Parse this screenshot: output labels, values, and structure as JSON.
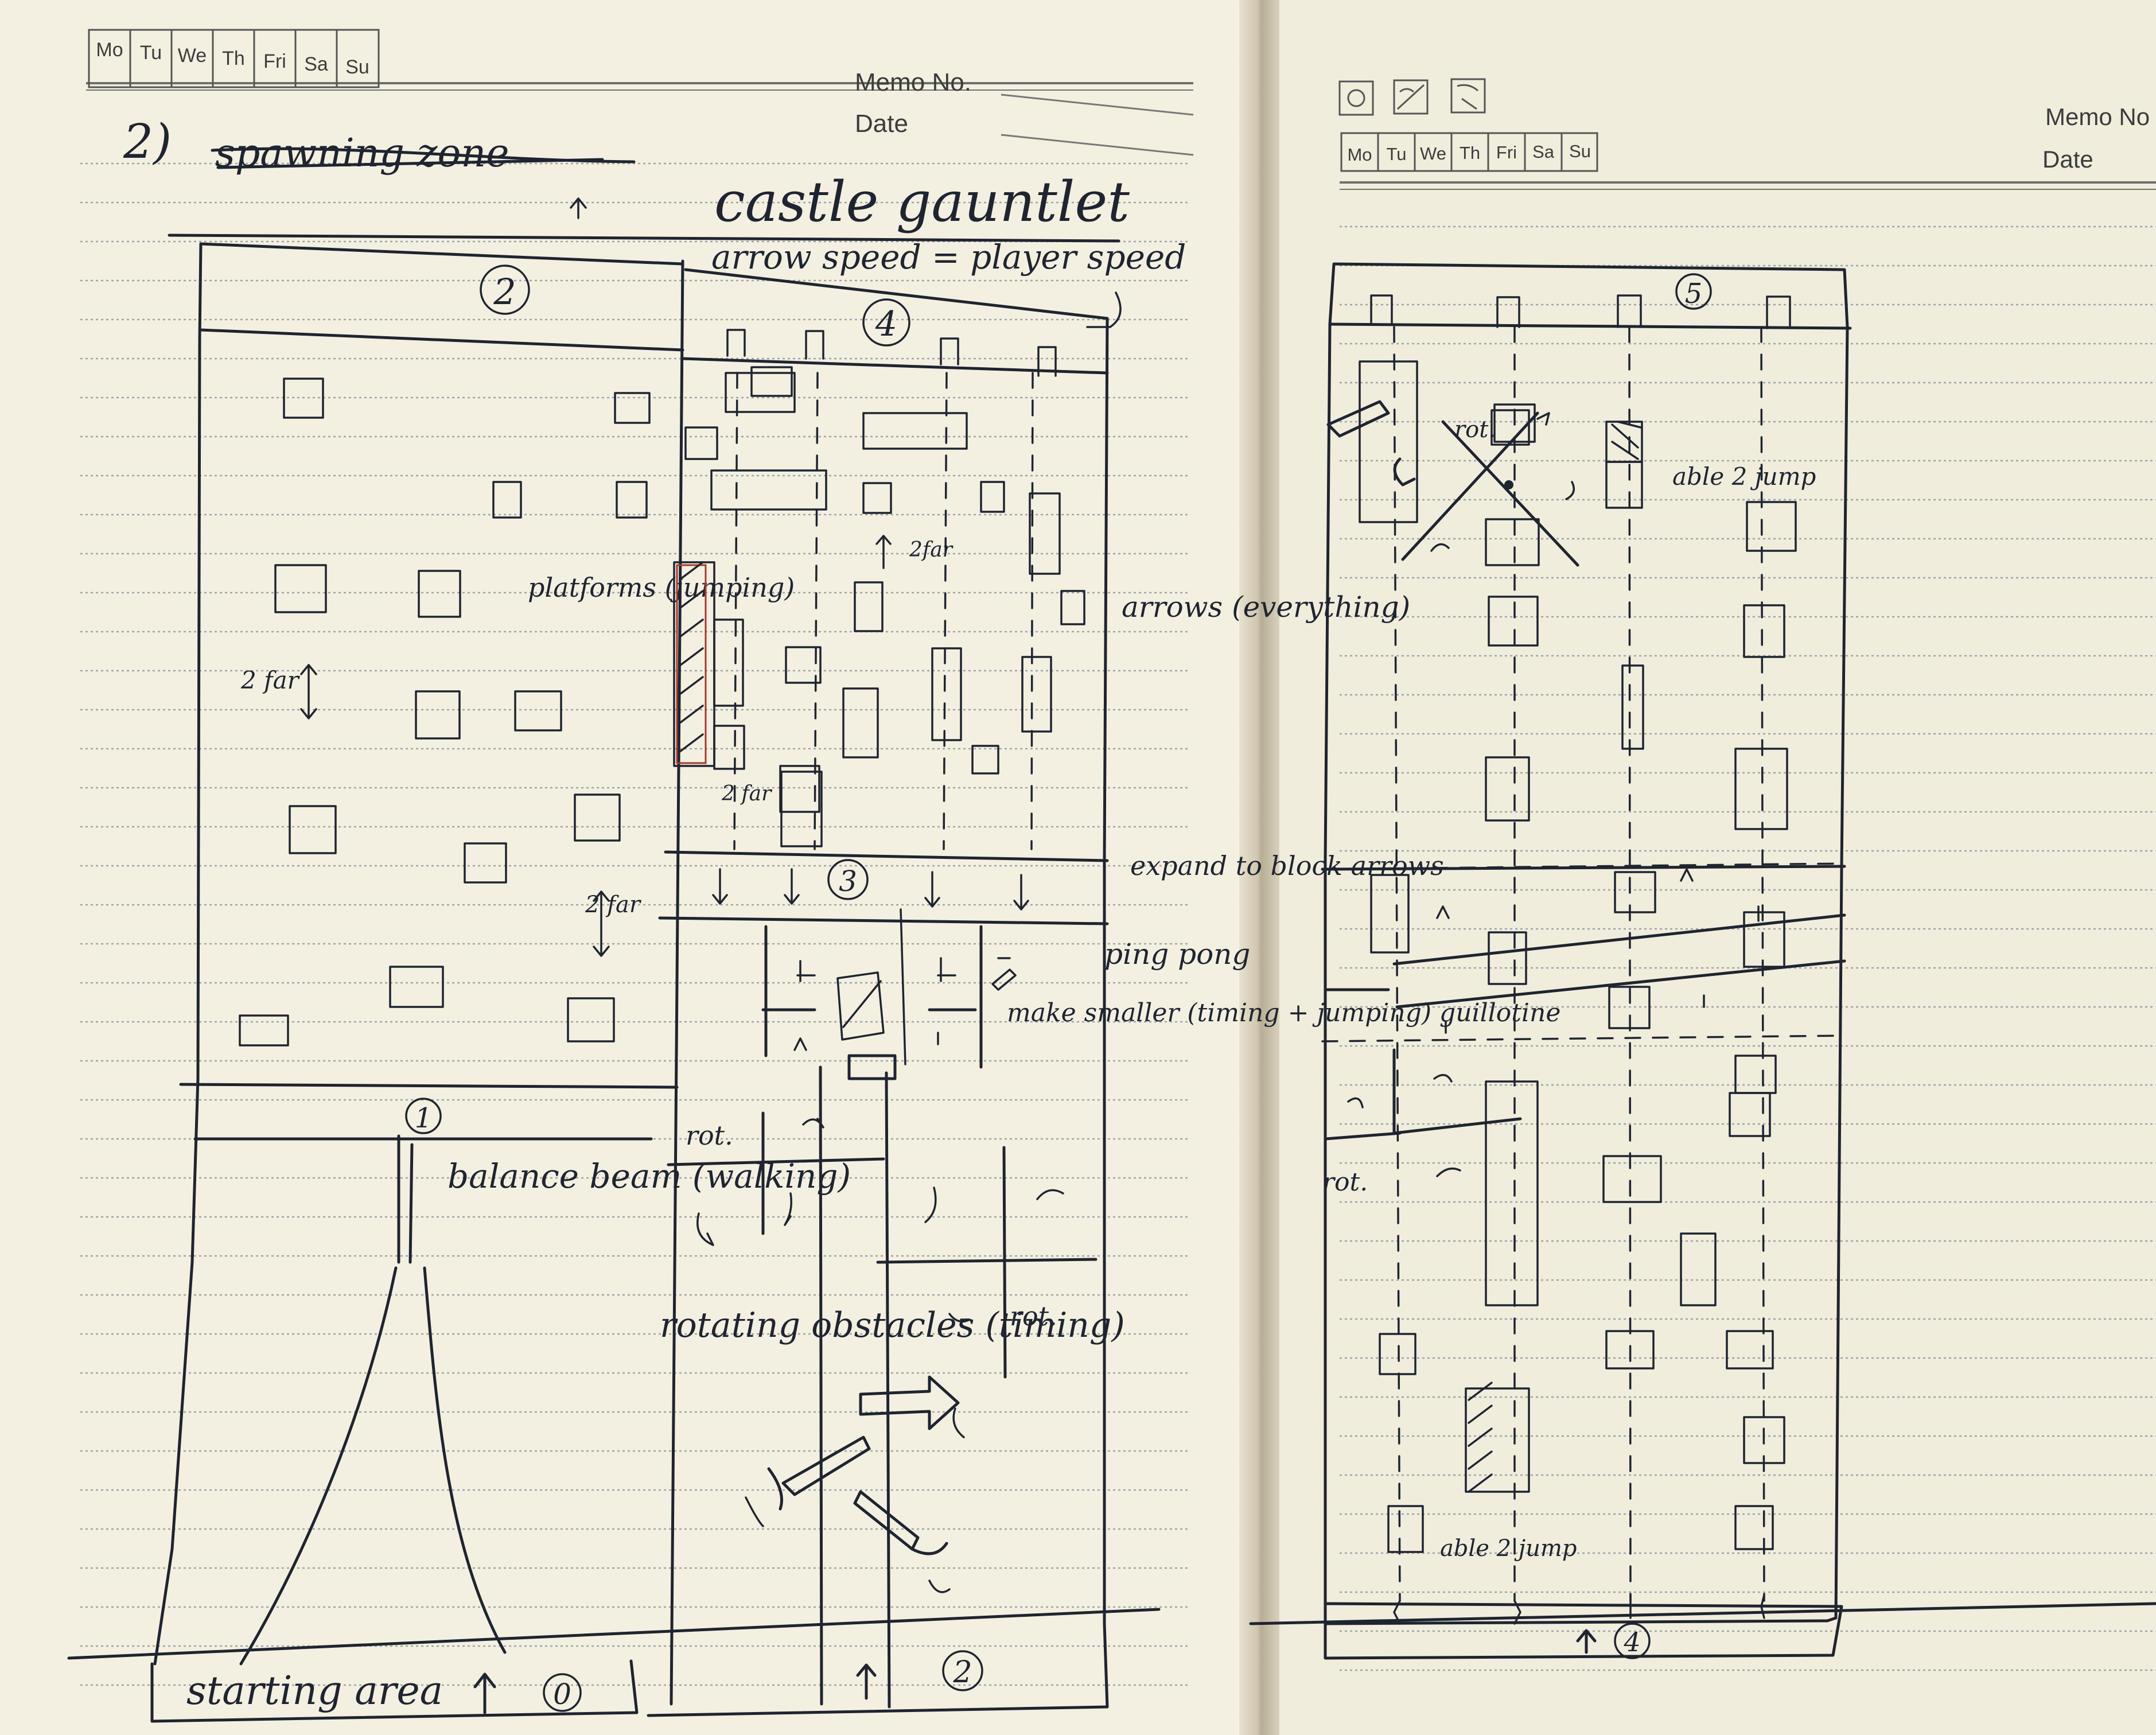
{
  "left_page": {
    "weekdays": [
      "Mo",
      "Tu",
      "We",
      "Th",
      "Fri",
      "Sa",
      "Su"
    ],
    "memo_label": "Memo No.",
    "date_label": "Date",
    "heading_number": "2)",
    "heading_struck": "spawning zone",
    "heading_title": "castle gauntlet",
    "subtitle": "arrow speed = player speed",
    "zone_markers": {
      "z0": "0",
      "z1": "1",
      "z2_top": "2",
      "z2_bottom": "2",
      "z3": "3",
      "z4": "4"
    },
    "notes": {
      "two_far_a": "2 far",
      "two_far_b": "2far",
      "two_far_c": "2 far",
      "two_far_d": "2 far",
      "platforms": "platforms (jumping)",
      "arrows": "arrows (everything)",
      "expand": "expand to block arrows",
      "ping_pong": "ping pong",
      "make_smaller": "make smaller (timing + jumping) guillotine",
      "balance_beam": "balance beam (walking)",
      "rotating": "rotating obstacles (timing)",
      "rot_a": "rot.",
      "rot_b": "rot.",
      "starting_area": "starting area"
    }
  },
  "right_page": {
    "weekdays": [
      "Mo",
      "Tu",
      "We",
      "Th",
      "Fri",
      "Sa",
      "Su"
    ],
    "memo_label": "Memo No",
    "date_label": "Date",
    "zone_markers": {
      "z5": "5",
      "z4": "4"
    },
    "notes": {
      "rot_a": "rot.",
      "able_jump_a": "able 2 jump",
      "rot_b": "rot.",
      "able_jump_b": "able 2 jump"
    }
  }
}
